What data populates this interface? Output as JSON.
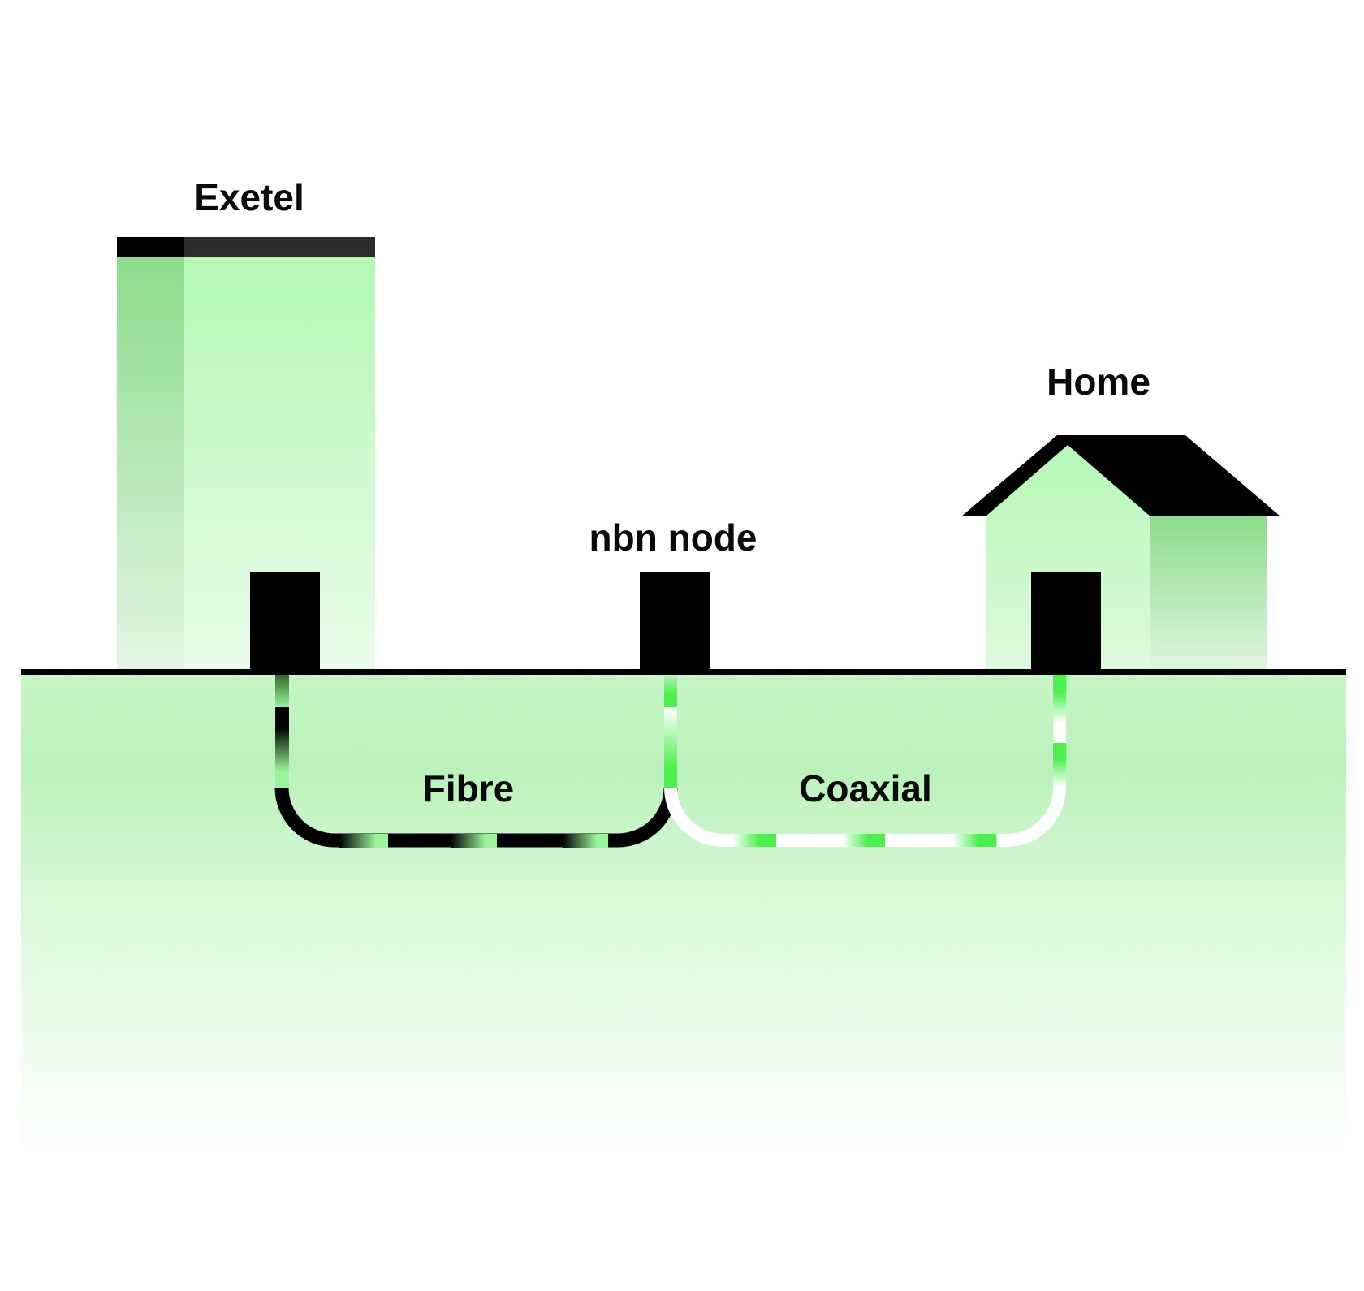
{
  "labels": {
    "provider": "Exetel",
    "node": "nbn node",
    "home": "Home",
    "fibre": "Fibre",
    "coaxial": "Coaxial"
  },
  "colors": {
    "ink": "#000000",
    "building_light": "#b5f8b5",
    "building_shade": "#8cdc8c",
    "ground": "#b8f3b8",
    "signal_green": "#4cf04c",
    "fibre_glow": "#98f598",
    "coax_cable": "#ffffff"
  }
}
